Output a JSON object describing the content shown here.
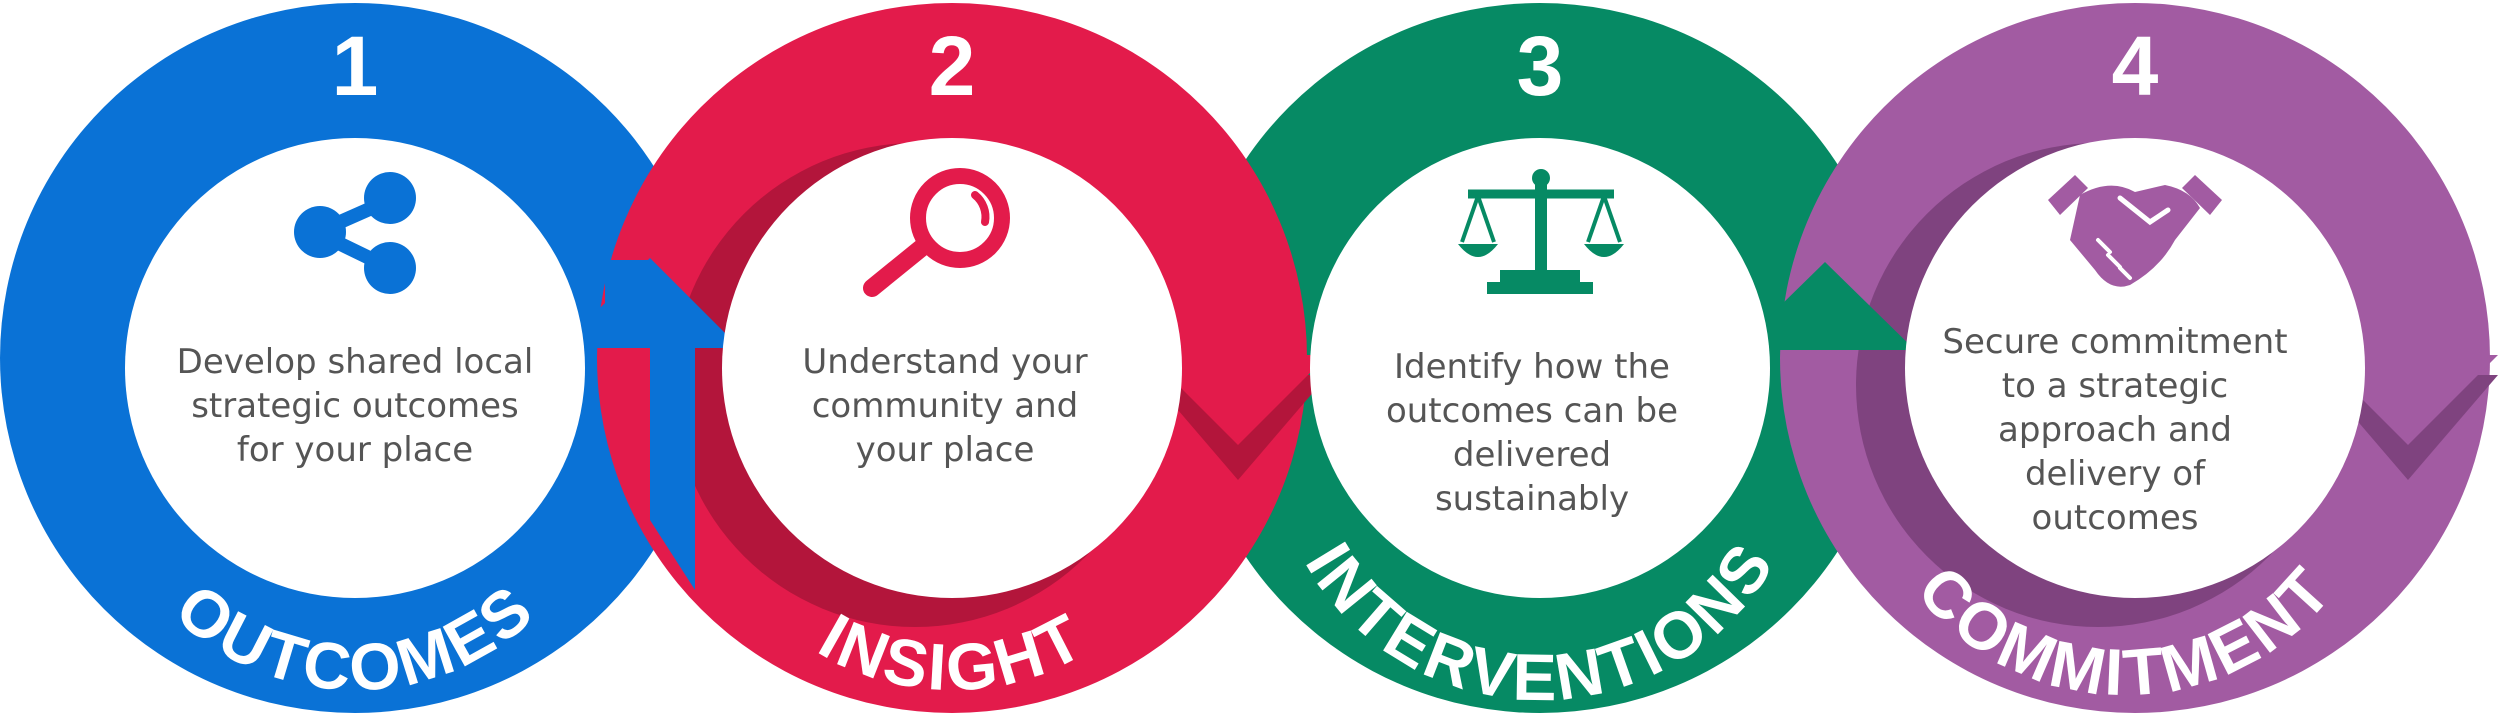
{
  "steps": [
    {
      "number": "1",
      "title": "OUTCOMES",
      "description_lines": [
        "Develop shared local",
        "strategic outcomes",
        "for your place"
      ],
      "color": "#0A72D6",
      "shadow": "#0957A8",
      "icon": "share-icon"
    },
    {
      "number": "2",
      "title": "INSIGHT",
      "description_lines": [
        "Understand your",
        "community and",
        "your place"
      ],
      "color": "#E31B4B",
      "shadow": "#B3153B",
      "icon": "magnifier-icon"
    },
    {
      "number": "3",
      "title": "INTERVENTIONS",
      "description_lines": [
        "Identify how the",
        "outcomes can be",
        "delivered",
        "sustainably"
      ],
      "color": "#068A64",
      "shadow": "#056B4E",
      "icon": "scales-icon"
    },
    {
      "number": "4",
      "title": "COMMITMENT",
      "description_lines": [
        "Secure commitment",
        "to a strategic",
        "approach and",
        "delivery of",
        "outcomes"
      ],
      "color": "#A25BA2",
      "shadow": "#7F437F",
      "icon": "handshake-icon"
    }
  ]
}
